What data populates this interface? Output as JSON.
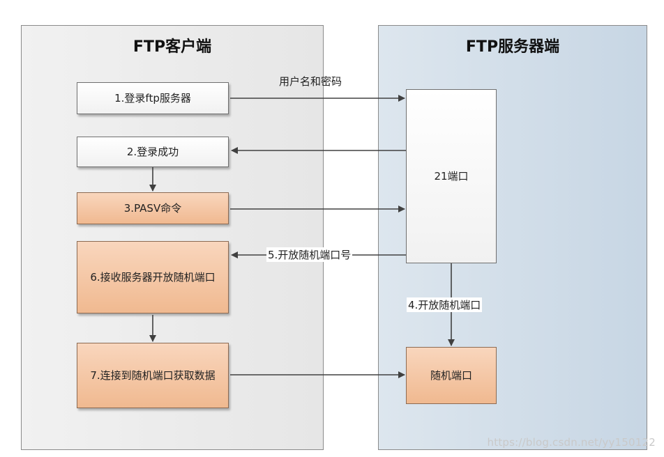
{
  "client": {
    "title": "FTP客户端",
    "steps": {
      "login": "1.登录ftp服务器",
      "login_ok": "2.登录成功",
      "pasv": "3.PASV命令",
      "receive_port": "6.接收服务器开放随机端口",
      "connect": "7.连接到随机端口获取数据"
    }
  },
  "server": {
    "title": "FTP服务器端",
    "port21": "21端口",
    "random_port": "随机端口"
  },
  "labels": {
    "credentials": "用户名和密码",
    "open_port_no": "5.开放随机端口号",
    "open_port": "4.开放随机端口"
  },
  "colors": {
    "client_bg": "#e9e9e9",
    "server_bg": "#cfdce8",
    "step_white": "#ffffff",
    "step_orange": "#f4c6a4",
    "arrow": "#404040"
  },
  "watermark": "https://blog.csdn.net/yy150122"
}
